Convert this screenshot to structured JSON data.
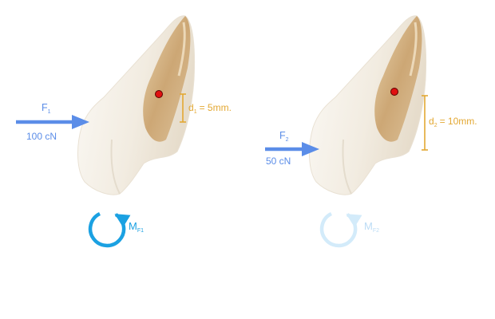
{
  "colors": {
    "force": "#5b8de8",
    "dimension": "#e3a833",
    "moment": "#1ba1e2",
    "moment_faded": "#d3ebfa",
    "moment_label_faded": "#bcdcf5",
    "center_point": "#e01010",
    "tooth_crown": "#f4efe6",
    "tooth_root": "#c9a06a"
  },
  "left": {
    "force": {
      "symbol": "F",
      "subscript": "1",
      "value": "100 cN"
    },
    "distance": {
      "symbol": "d",
      "subscript": "1",
      "text": "=  5mm."
    },
    "moment": {
      "symbol": "M",
      "subscript": "F1"
    }
  },
  "right": {
    "force": {
      "symbol": "F",
      "subscript": "2",
      "value": "50 cN"
    },
    "distance": {
      "symbol": "d",
      "subscript": "2",
      "text": "= 10mm."
    },
    "moment": {
      "symbol": "M",
      "subscript": "F2"
    }
  }
}
